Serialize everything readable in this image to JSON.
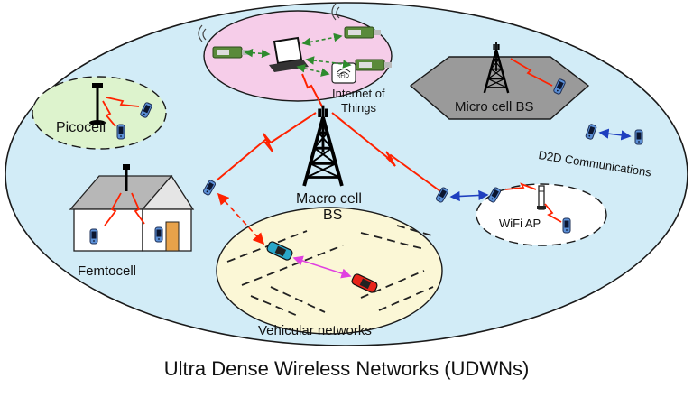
{
  "labels": {
    "iot": [
      "Internet of",
      "Things"
    ],
    "micro": "Micro cell BS",
    "pico": "Picocell",
    "d2d": "D2D Communications",
    "macro": [
      "Macro cell",
      "BS"
    ],
    "wifi": "WiFi AP",
    "femto": "Femtocell",
    "vehicular": "Vehicular networks",
    "rfid": "RFID"
  },
  "caption": "Ultra Dense Wireless Networks (UDWNs)",
  "colors": {
    "outer_fill": "#d2ecf7",
    "iot_fill": "#f6cde9",
    "pico_fill": "#ddf3cd",
    "micro_fill": "#9a9a9a",
    "vehicular_fill": "#fbf7d6",
    "wifi_fill": "#ffffff",
    "link_red": "#ff2200",
    "link_green": "#2e8b2e",
    "link_blue": "#1f3fbf",
    "link_magenta": "#e040e0",
    "phone": "#5b8fd6"
  }
}
